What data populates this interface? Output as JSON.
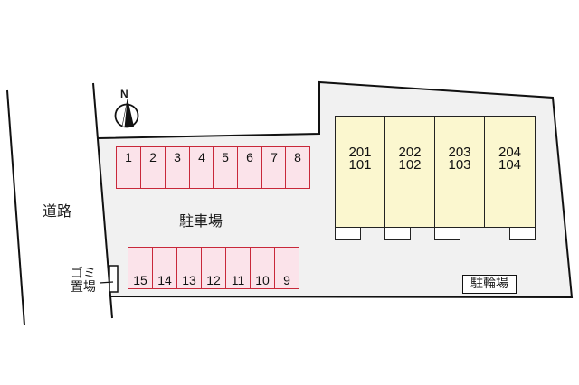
{
  "labels": {
    "road": "道路",
    "parking": "駐車場",
    "garbage_line1": "ゴミ",
    "garbage_line2": "置場",
    "bicycle_parking": "駐輪場",
    "compass": "N"
  },
  "parking_top_row": [
    "1",
    "2",
    "3",
    "4",
    "5",
    "6",
    "7",
    "8"
  ],
  "parking_bottom_row": [
    "15",
    "14",
    "13",
    "12",
    "11",
    "10",
    "9"
  ],
  "units": [
    {
      "upper": "201",
      "lower": "101"
    },
    {
      "upper": "202",
      "lower": "102"
    },
    {
      "upper": "203",
      "lower": "103"
    },
    {
      "upper": "204",
      "lower": "104"
    }
  ],
  "colors": {
    "site_fill": "#f1f1f1",
    "stall_fill": "#fbe3ea",
    "stall_border": "#c8283a",
    "building_fill": "#fbf7cf",
    "line": "#111111"
  }
}
